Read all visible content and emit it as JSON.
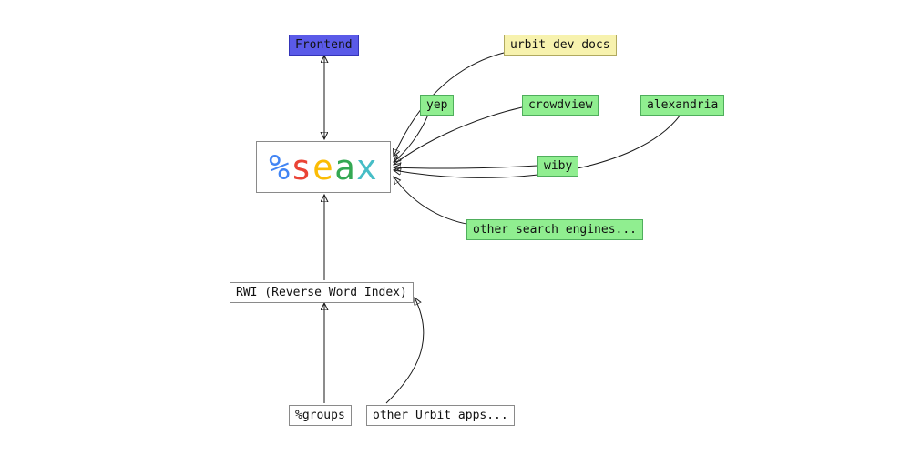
{
  "nodes": {
    "frontend": {
      "label": "Frontend",
      "bg": "#5a5ae8"
    },
    "seax": {
      "label": "%seax",
      "chars": [
        {
          "ch": "%",
          "color": "#4285f4"
        },
        {
          "ch": "s",
          "color": "#ea4335"
        },
        {
          "ch": "e",
          "color": "#fbbc05"
        },
        {
          "ch": "a",
          "color": "#34a853"
        },
        {
          "ch": "x",
          "color": "#46bdc6"
        }
      ]
    },
    "urbit_dev_docs": {
      "label": "urbit dev docs",
      "bg": "#f7f2ae"
    },
    "yep": {
      "label": "yep",
      "bg": "#90ee90"
    },
    "crowdview": {
      "label": "crowdview",
      "bg": "#90ee90"
    },
    "alexandria": {
      "label": "alexandria",
      "bg": "#90ee90"
    },
    "wiby": {
      "label": "wiby",
      "bg": "#90ee90"
    },
    "other_search_engines": {
      "label": "other search engines...",
      "bg": "#90ee90"
    },
    "rwi": {
      "label": "RWI (Reverse Word Index)",
      "bg": "#ffffff"
    },
    "groups": {
      "label": "%groups",
      "bg": "#ffffff"
    },
    "other_urbit_apps": {
      "label": "other Urbit apps...",
      "bg": "#ffffff"
    }
  }
}
